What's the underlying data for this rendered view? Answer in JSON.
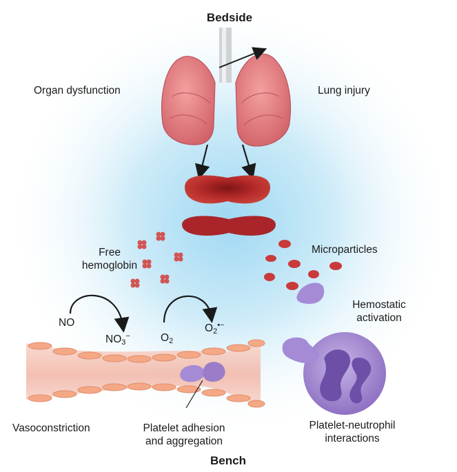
{
  "labels": {
    "top": "Bedside",
    "bottom": "Bench",
    "organ_dysfunction": "Organ dysfunction",
    "lung_injury": "Lung injury",
    "free_hemoglobin": "Free\nhemoglobin",
    "microparticles": "Microparticles",
    "hemostatic_activation": "Hemostatic\nactivation",
    "vasoconstriction": "Vasoconstriction",
    "platelet_adhesion": "Platelet adhesion\nand aggregation",
    "platelet_neutrophil": "Platelet-neutrophil\ninteractions"
  },
  "chemistry": {
    "no": "NO",
    "nitrate_base": "NO",
    "nitrate_sub": "3",
    "nitrate_sup": "−",
    "oxygen_base": "O",
    "oxygen_sub": "2",
    "superoxide_base": "O",
    "superoxide_sub": "2",
    "superoxide_sup": "•−"
  },
  "colors": {
    "glow": "#bfe6f7",
    "lung": "#e0757a",
    "lung_dark": "#c25860",
    "rbc": "#b52a2a",
    "rbc_dark": "#7e1414",
    "vessel": "#f5c6b8",
    "endothelial": "#f3a585",
    "platelet": "#a58ad6",
    "neutrophil": "#9a7cc9",
    "arrow": "#1a1a1a"
  }
}
